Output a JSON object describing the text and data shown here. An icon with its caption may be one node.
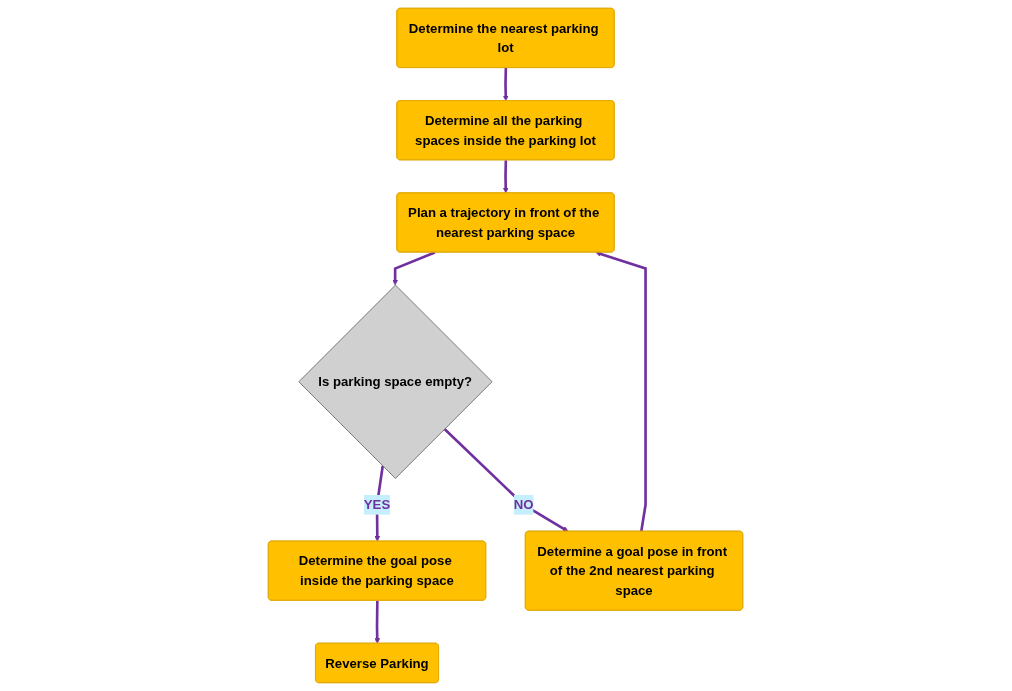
{
  "diagram": {
    "nodes": [
      {
        "text": [
          "Determine the nearest parking lot"
        ]
      },
      {
        "text": [
          "Determine all the parking spaces inside the parking lot"
        ]
      },
      {
        "text": [
          "Plan a trajectory in front of the nearest parking space"
        ]
      },
      {
        "text": [
          "Is parking space empty?"
        ]
      },
      {
        "text": [
          "Determine the goal pose inside the parking space"
        ]
      },
      {
        "text": [
          "Reverse Parking"
        ]
      },
      {
        "text": [
          "Determine a goal pose in front of the 2nd nearest parking space"
        ]
      }
    ],
    "edges": [
      {
        "from": 0,
        "to": 1,
        "arrow": "to"
      },
      {
        "from": 1,
        "to": 2,
        "arrow": "to"
      },
      {
        "from": 2,
        "to": 3,
        "arrow": "to"
      },
      {
        "from": 3,
        "to": 4,
        "arrow": "to",
        "label": "YES"
      },
      {
        "from": 4,
        "to": 5,
        "arrow": "to"
      },
      {
        "from": 3,
        "to": 6,
        "arrow": "to",
        "label": "NO"
      },
      {
        "from": 6,
        "to": 2,
        "arrow": "to"
      }
    ]
  }
}
